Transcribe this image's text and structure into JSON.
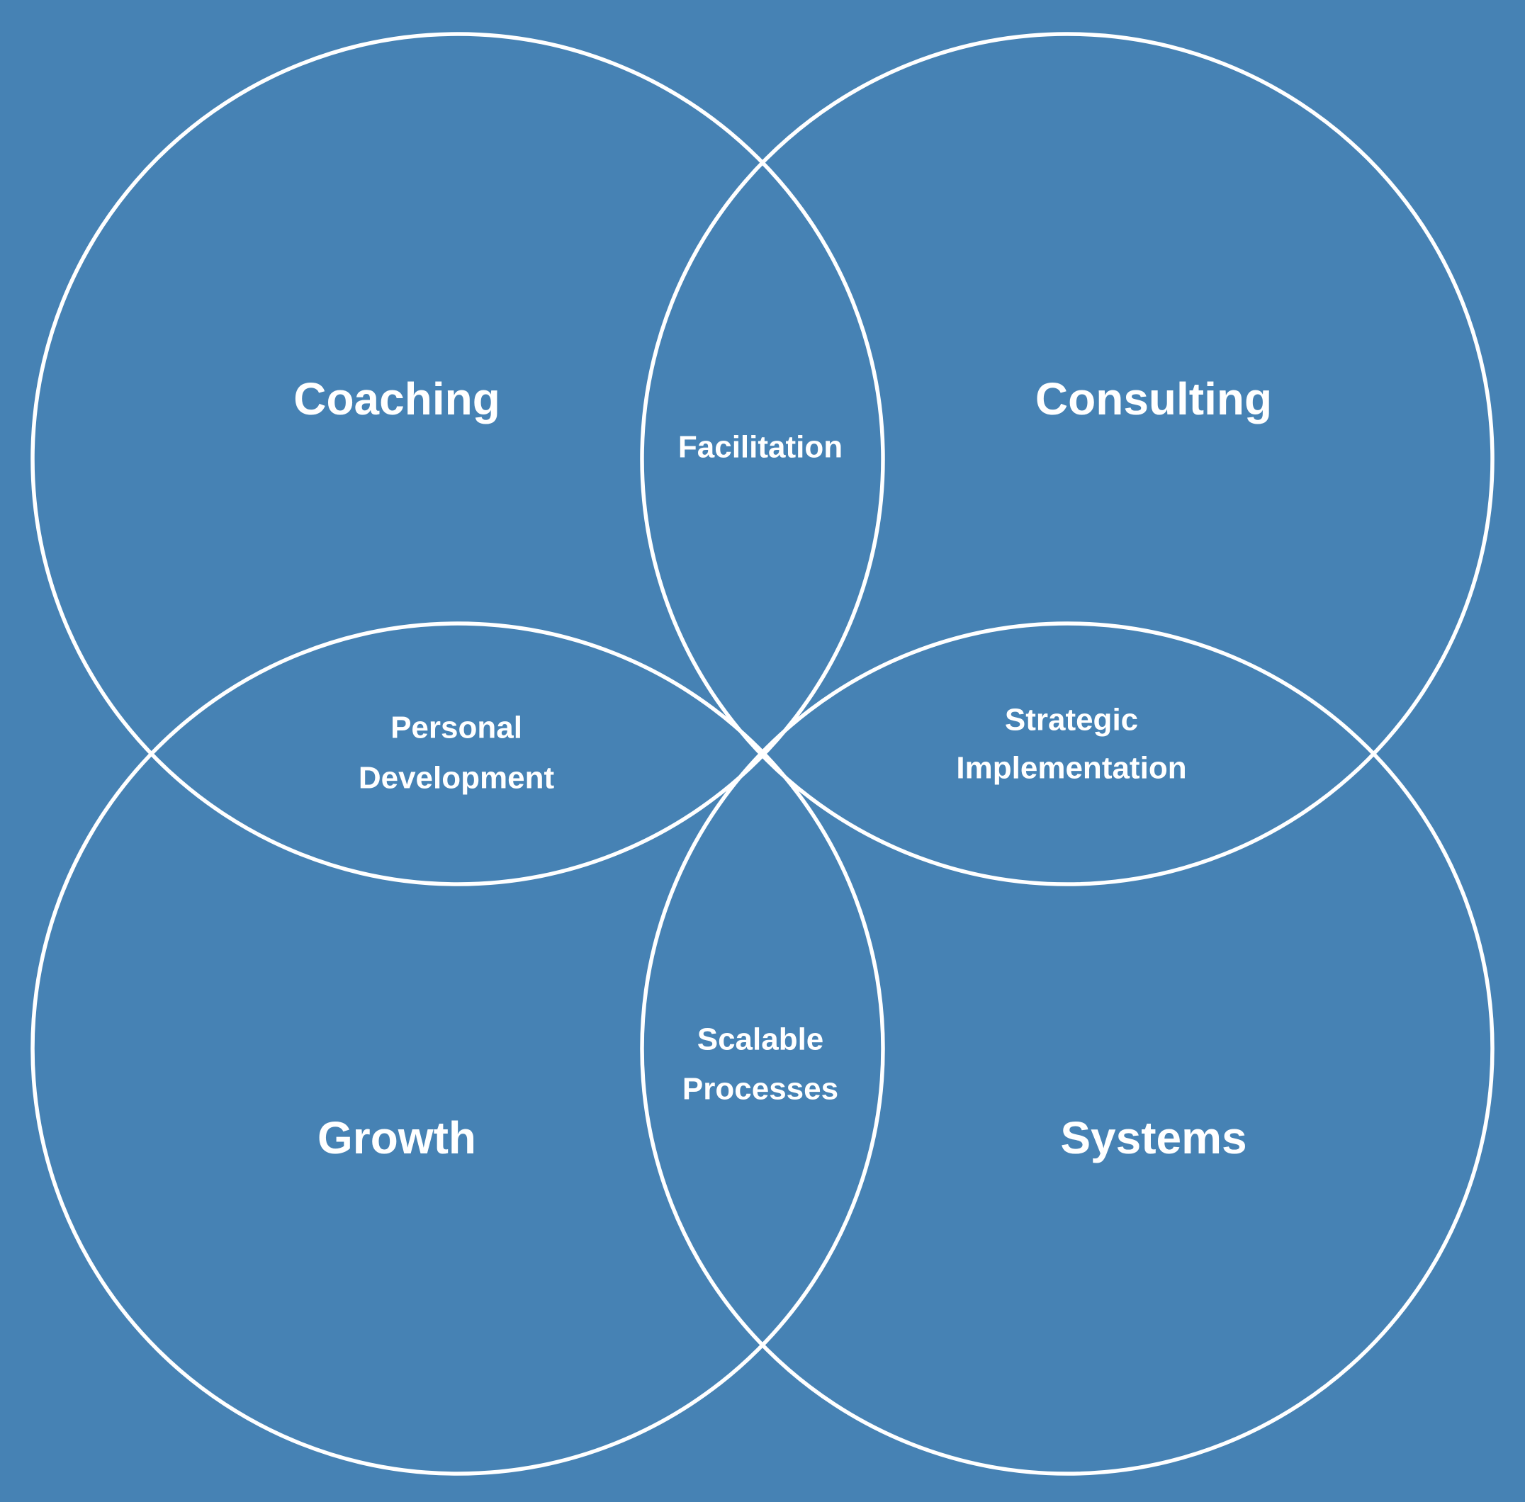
{
  "colors": {
    "background": "#4682b4",
    "stroke": "#ffffff",
    "text": "#ffffff"
  },
  "circles": {
    "coaching": "Coaching",
    "consulting": "Consulting",
    "growth": "Growth",
    "systems": "Systems"
  },
  "overlaps": {
    "facilitation": "Facilitation",
    "personal_development": [
      "Personal",
      "Development"
    ],
    "strategic_implementation": [
      "Strategic",
      "Implementation"
    ],
    "scalable_processes": [
      "Scalable",
      "Processes"
    ]
  }
}
